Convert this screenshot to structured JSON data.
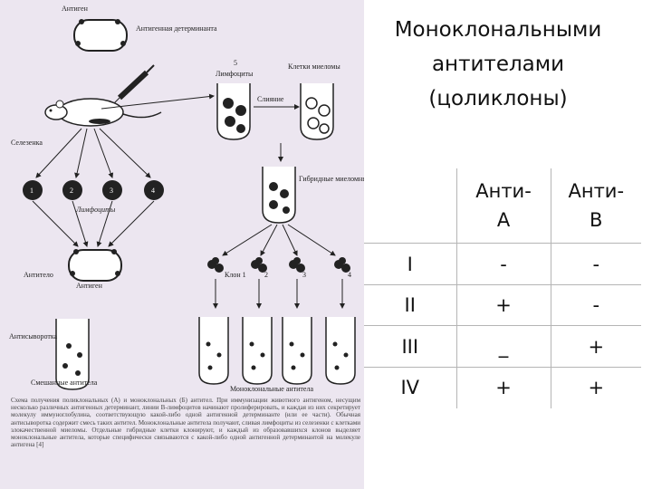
{
  "figure": {
    "labels": {
      "antigen_top": "Антиген",
      "determinant": "Антигенная детерминанта",
      "number_5": "5",
      "lymphocytes_top": "Лимфоциты",
      "myeloma_cells": "Клетки миеломы",
      "fusion": "Слияние",
      "spleen": "Селезенка",
      "lymphocytes_mid": "Лимфоциты",
      "hybrid_cells": "Гибридные миеломные клетки",
      "antibody": "Антитело",
      "antigen_bottom": "Антиген",
      "clone_1": "Клон 1",
      "clone_2": "2",
      "clone_3": "3",
      "clone_4": "4",
      "antiserum": "Антисыворотка",
      "mixed_antibodies": "Смешанные антитела",
      "monoclonal_antibodies": "Моноклональные антитела"
    },
    "cell_numbers": [
      "1",
      "2",
      "3",
      "4"
    ],
    "caption": "Схема получения поликлональных (А) и моноклональных (Б) антител. При иммунизации животного антигеном, несущим несколько различных антигенных детерминант, линии В-лимфоцитов начинают пролиферировать, и каждая из них секретирует молекулу иммуноглобулина, соответствующую какой-либо одной антигенной детерминанте (или ее части). Обычная антисыворотка содержит смесь таких антител. Моноклональные антитела получают, сливая лимфоциты из селезенки с клетками злокачественной миеломы. Отдельные гибридные клетки клонируют, и каждый из образовавшихся клонов выделяет моноклональные антитела, которые специфически связываются с какой-либо одной антигенной детерминантой на молекуле антигена [4]"
  },
  "title": "Моноклональными\nантителами\n(цоликлоны)",
  "table": {
    "headers": [
      "",
      "Анти-\nА",
      "Анти-\nВ"
    ],
    "rows": [
      [
        "I",
        "-",
        "-"
      ],
      [
        "II",
        "+",
        "-"
      ],
      [
        "III",
        "_",
        "+"
      ],
      [
        "IV",
        "+",
        "+"
      ]
    ]
  }
}
